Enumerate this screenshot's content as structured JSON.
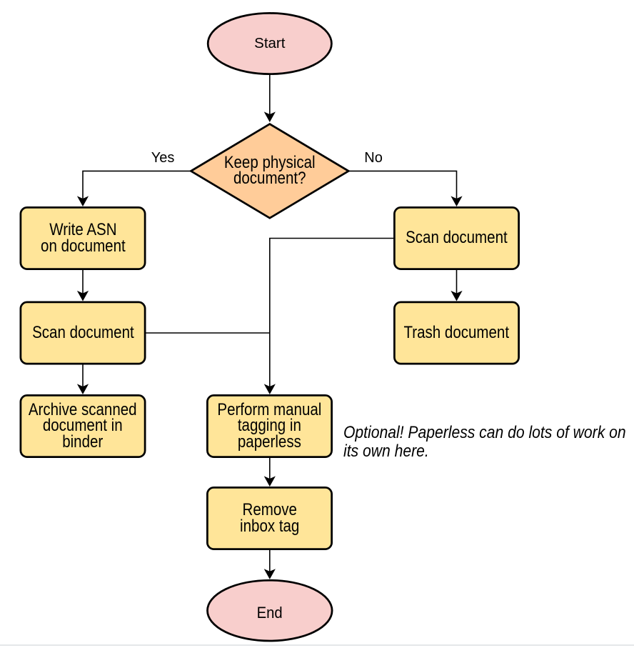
{
  "diagram": {
    "kind": "flowchart",
    "background_color": "#ffffff",
    "line_color": "#000000",
    "text_color": "#000000",
    "divider_color": "#e4e7e9"
  },
  "nodes": {
    "start": {
      "label": "Start",
      "shape": "ellipse",
      "fill": "#F8CECC",
      "stroke": "#000000"
    },
    "decision": {
      "label": "Keep physical\ndocument?",
      "shape": "diamond",
      "fill": "#FFCC99",
      "stroke": "#000000"
    },
    "write_asn": {
      "label": "Write ASN\non document",
      "shape": "rounded-rect",
      "fill": "#FFE599",
      "stroke": "#000000"
    },
    "scan_left": {
      "label": "Scan document",
      "shape": "rounded-rect",
      "fill": "#FFE599",
      "stroke": "#000000"
    },
    "archive": {
      "label": "Archive scanned\ndocument in\nbinder",
      "shape": "rounded-rect",
      "fill": "#FFE599",
      "stroke": "#000000"
    },
    "scan_right": {
      "label": "Scan document",
      "shape": "rounded-rect",
      "fill": "#FFE599",
      "stroke": "#000000"
    },
    "trash": {
      "label": "Trash document",
      "shape": "rounded-rect",
      "fill": "#FFE599",
      "stroke": "#000000"
    },
    "tagging": {
      "label": "Perform manual\ntagging in\npaperless",
      "shape": "rounded-rect",
      "fill": "#FFE599",
      "stroke": "#000000"
    },
    "remove_inbox": {
      "label": "Remove\ninbox tag",
      "shape": "rounded-rect",
      "fill": "#FFE599",
      "stroke": "#000000"
    },
    "end": {
      "label": "End",
      "shape": "ellipse",
      "fill": "#F8CECC",
      "stroke": "#000000"
    }
  },
  "edges": {
    "list": [
      {
        "from": "start",
        "to": "decision",
        "label": ""
      },
      {
        "from": "decision",
        "to": "write_asn",
        "label": "Yes"
      },
      {
        "from": "decision",
        "to": "scan_right",
        "label": "No"
      },
      {
        "from": "write_asn",
        "to": "scan_left",
        "label": ""
      },
      {
        "from": "scan_left",
        "to": "archive",
        "label": ""
      },
      {
        "from": "scan_right",
        "to": "trash",
        "label": ""
      },
      {
        "from": "scan_right",
        "to": "tagging",
        "label": ""
      },
      {
        "from": "scan_left",
        "to": "tagging",
        "label": ""
      },
      {
        "from": "tagging",
        "to": "remove_inbox",
        "label": ""
      },
      {
        "from": "remove_inbox",
        "to": "end",
        "label": ""
      }
    ]
  },
  "annotation": {
    "text": "Optional! Paperless can do lots of work on\nits own here."
  }
}
